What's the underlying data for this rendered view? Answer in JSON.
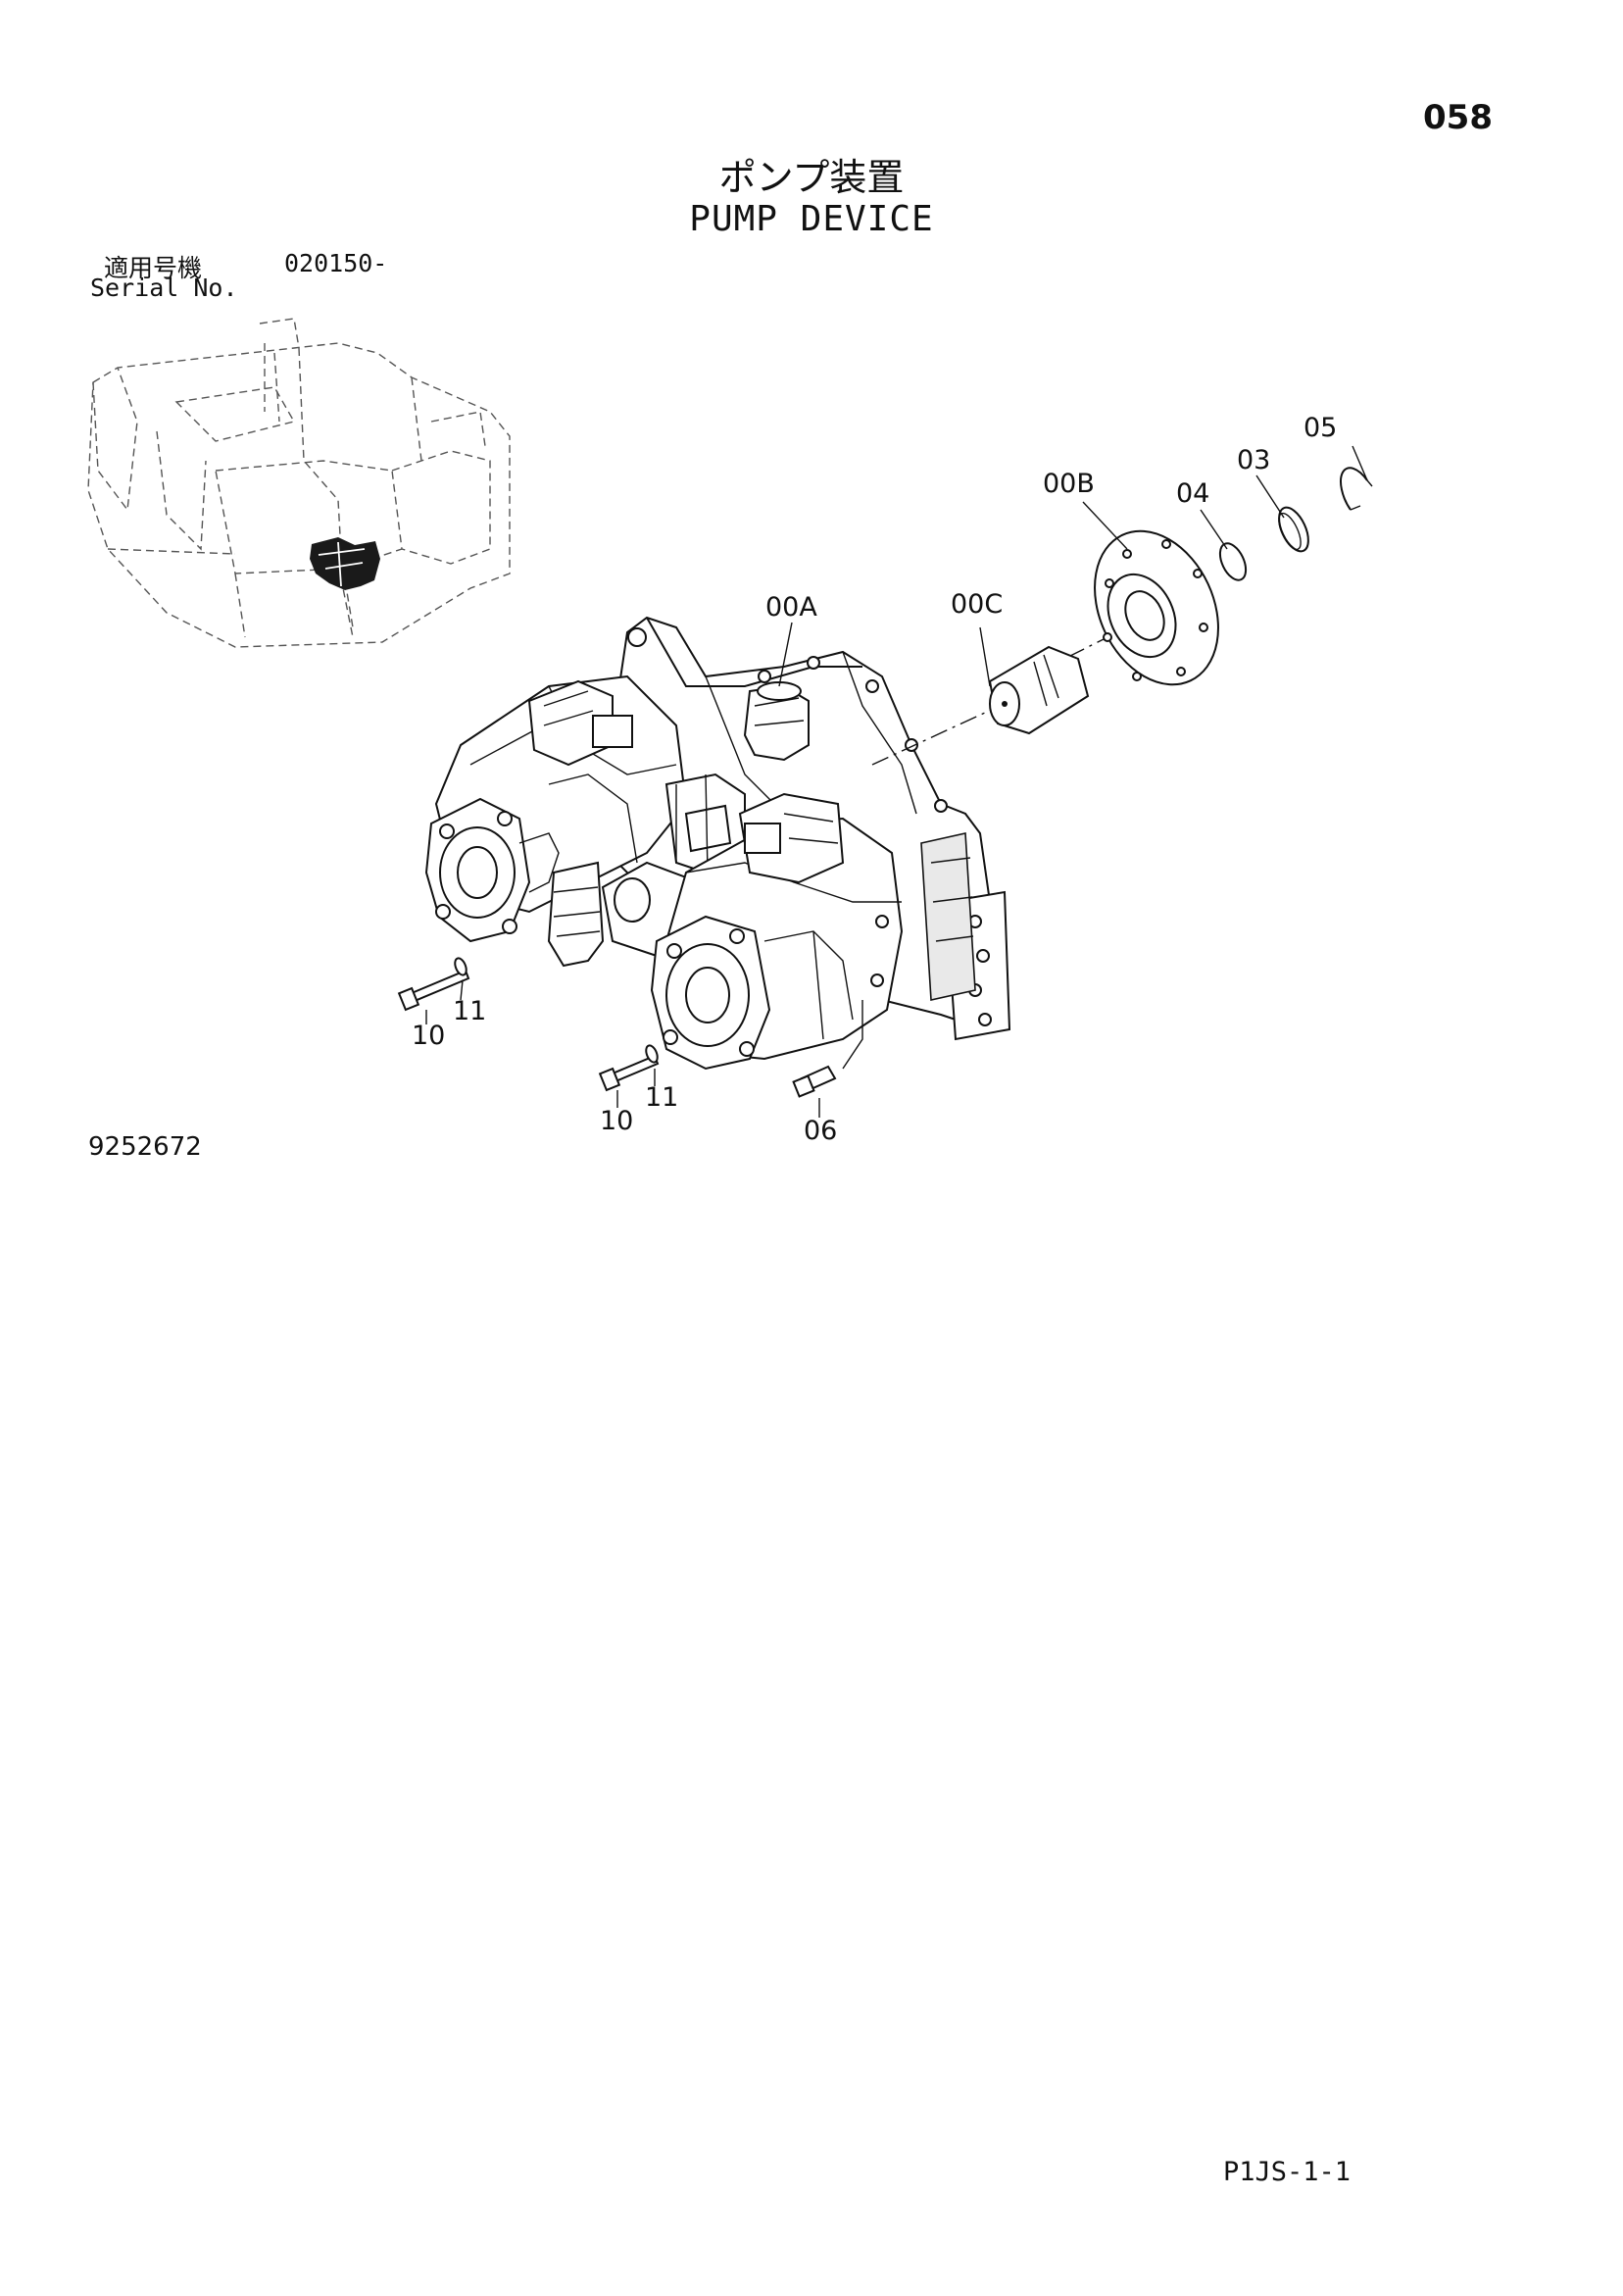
{
  "page_number": "058",
  "title_ja": "ポンプ装置",
  "title_en": "PUMP DEVICE",
  "serial": {
    "label_ja": "適用号機",
    "label_en": "Serial No.",
    "range": "020150-"
  },
  "drawing_number": "9252672",
  "page_code": "P1JS-1-1",
  "callouts": {
    "c05": "05",
    "c03": "03",
    "c00B": "00B",
    "c04": "04",
    "c00A": "00A",
    "c00C": "00C",
    "c11a": "11",
    "c10a": "10",
    "c11b": "11",
    "c10b": "10",
    "c06": "06"
  }
}
